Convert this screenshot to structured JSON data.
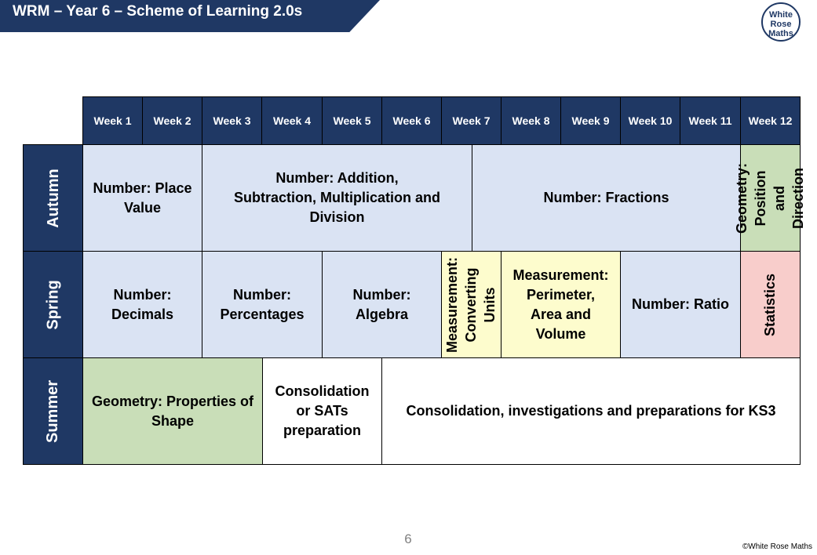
{
  "header": {
    "title": "WRM – Year 6 – Scheme of Learning 2.0s"
  },
  "logo": {
    "line1": "White",
    "line2": "Rose",
    "line3": "Maths"
  },
  "weeks": [
    "Week 1",
    "Week 2",
    "Week 3",
    "Week 4",
    "Week 5",
    "Week 6",
    "Week 7",
    "Week 8",
    "Week 9",
    "Week 10",
    "Week 11",
    "Week 12"
  ],
  "terms": {
    "autumn": "Autumn",
    "spring": "Spring",
    "summer": "Summer"
  },
  "autumn": {
    "place_value": "Number: Place Value",
    "four_ops": "Number: Addition, Subtraction, Multiplication and Division",
    "fractions": "Number: Fractions",
    "geometry_position": "Geometry: Position and Direction"
  },
  "spring": {
    "decimals": "Number: Decimals",
    "percentages": "Number: Percentages",
    "algebra": "Number: Algebra",
    "converting_units": "Measurement: Converting Units",
    "perimeter": "Measurement: Perimeter, Area and Volume",
    "ratio": "Number: Ratio",
    "statistics": "Statistics"
  },
  "summer": {
    "shape": "Geometry: Properties of Shape",
    "sats": "Consolidation or SATs preparation",
    "ks3": "Consolidation, investigations and preparations for KS3"
  },
  "footer": {
    "page_number": "6",
    "copyright": "©White Rose Maths"
  },
  "colors": {
    "navy": "#1f3864",
    "number_blue": "#dae3f3",
    "geometry_green": "#c9deb8",
    "measurement_yellow": "#fdfccd",
    "statistics_pink": "#f8cdcb"
  }
}
